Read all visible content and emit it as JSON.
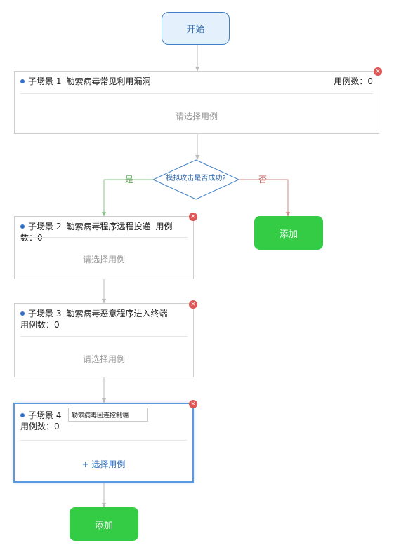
{
  "start": {
    "label": "开始"
  },
  "decision": {
    "label": "模拟攻击是否成功?",
    "yes_label": "是",
    "no_label": "否"
  },
  "scenes": [
    {
      "index_label": "子场景 1",
      "name": "勒索病毒常见利用漏洞",
      "count_label": "用例数：0",
      "body": "请选择用例"
    },
    {
      "index_label": "子场景 2",
      "name": "勒索病毒程序远程投递",
      "count_label": "用例数：0",
      "body": "请选择用例"
    },
    {
      "index_label": "子场景 3",
      "name": "勒索病毒恶意程序进入终端",
      "count_label": "用例数：0",
      "body": "请选择用例"
    },
    {
      "index_label": "子场景 4",
      "name_input_value": "勒索病毒回连控制端",
      "count_label": "用例数：0",
      "body": "+ 选择用例"
    }
  ],
  "add_buttons": {
    "right_label": "添加",
    "bottom_label": "添加"
  },
  "colors": {
    "accent_blue": "#3f7fc4",
    "add_green": "#33cc44",
    "close_red": "#e05555",
    "yes_green": "#5aa55a",
    "no_red": "#c06060"
  },
  "icons": {
    "close": "close-icon",
    "bullet": "bullet-dot-icon"
  }
}
